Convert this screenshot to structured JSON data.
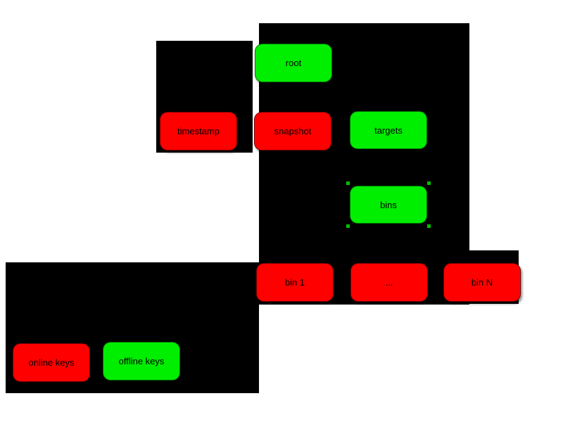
{
  "diagram": {
    "kind": "role-delegation-diagram",
    "colors": {
      "canvas_background": "#ffffff",
      "region_background": "#000000",
      "red_node": "#ff0000",
      "green_node": "#00ee00",
      "node_text": "#000000",
      "selection_handle": "#00c000"
    },
    "nodes": {
      "root": {
        "label": "root",
        "color": "#00ee00"
      },
      "timestamp": {
        "label": "timestamp",
        "color": "#ff0000"
      },
      "snapshot": {
        "label": "snapshot",
        "color": "#ff0000"
      },
      "targets": {
        "label": "targets",
        "color": "#00ee00"
      },
      "bins": {
        "label": "bins",
        "color": "#00ee00",
        "selected": true
      },
      "bin1": {
        "label": "bin 1",
        "color": "#ff0000"
      },
      "bin_dots": {
        "label": "...",
        "color": "#ff0000"
      },
      "binN": {
        "label": "bin N",
        "color": "#ff0000"
      },
      "online_keys": {
        "label": "online keys",
        "color": "#ff0000"
      },
      "offline_keys": {
        "label": "offline keys",
        "color": "#00ee00"
      }
    }
  }
}
